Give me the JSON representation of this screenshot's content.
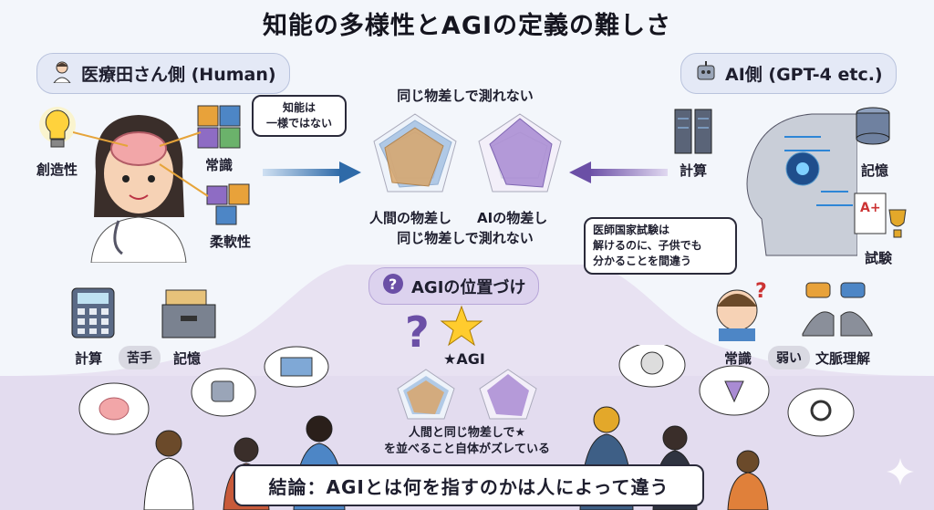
{
  "title": "知能の多様性とAGIの定義の難しさ",
  "human_panel": {
    "header": "医療田さん側 (Human)",
    "bubble": [
      "知能は",
      "一様ではない"
    ],
    "labels": {
      "creativity": "創造性",
      "common_sense": "常識",
      "flexibility": "柔軟性"
    }
  },
  "ai_panel": {
    "header": "AI側 (GPT-4 etc.)",
    "labels": {
      "calculation": "計算",
      "memory": "記憶",
      "exam": "試験"
    },
    "bubble": [
      "医師国家試験は",
      "解けるのに、子供でも",
      "分かることを間違う"
    ]
  },
  "center": {
    "caption_top": "同じ物差しで測れない",
    "human_radar_label": "人間の物差し",
    "ai_radar_label": "AIの物差し",
    "caption_bottom": "同じ物差しで測れない"
  },
  "agi_section": {
    "header": "AGIの位置づけ",
    "agi_label": "★AGI",
    "note": [
      "人間と同じ物差しで★",
      "を並べること自体がズレている"
    ]
  },
  "weak_left": {
    "calc": "計算",
    "badge": "苦手",
    "memory": "記憶"
  },
  "weak_right": {
    "common_sense": "常識",
    "badge": "弱い",
    "reading": "文脈理解"
  },
  "conclusion": "結論：AGIとは何を指すのかは人によって違う",
  "colors": {
    "human_radar": "#d9a66b",
    "ai_radar": "#a98bd3",
    "blue_radar": "#7fa8d6",
    "accent_purple": "#6b4fa6",
    "arrow_blue": "#2e6aa8"
  }
}
